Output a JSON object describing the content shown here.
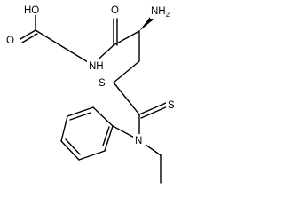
{
  "molecule": {
    "atoms": {
      "ho": "HO",
      "o_acid": "O",
      "o_amide": "O",
      "nh": "NH",
      "nh2_main": "NH",
      "nh2_sub": "2",
      "s_thioether": "S",
      "s_thione": "S",
      "n_amine": "N"
    }
  }
}
